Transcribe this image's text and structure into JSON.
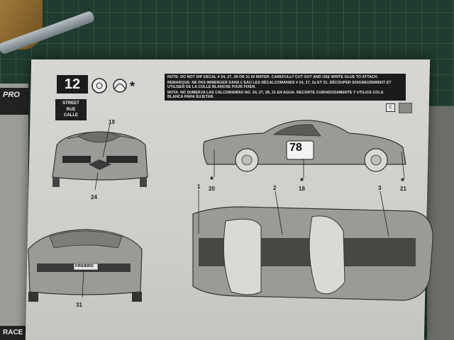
{
  "step": {
    "number": "12"
  },
  "notes": {
    "en": "NOTE: DO NOT DIP DECAL # 24, 27, 28 OR 31 IN WATER. CAREFULLY CUT OUT AND USE WHITE GLUE TO ATTACH.",
    "fr1": "REMARQUE: NE PAS IMMERGER DANS L'EAU LES DÉCALCOMANIES # 24, 27, 28 ET 31. DÉCOUPER SOIGNEUSEMENT ET",
    "fr2": "UTILISER DE LA COLLE BLANCHE POUR FIXER.",
    "es1": "NOTA: NO SUMERJA LAS CALCOMANÍAS NO. 24, 27, 28, 31 EN AGUA. RECORTE CUIDADOSAMENTE Y UTILICE COLA",
    "es2": "BLANCA PARA SUJETAR."
  },
  "label_box": {
    "line1": "STREET",
    "line2": "RUE",
    "line3": "CALLE"
  },
  "side_labels": {
    "left": "PRO",
    "bottom": "RACE"
  },
  "callouts": {
    "c19": "19",
    "c24": "24",
    "c31": "31",
    "c20": "20",
    "c18": "18",
    "c21": "21",
    "c1": "1",
    "c2": "2",
    "c3": "3"
  },
  "star_mark": "*",
  "car_number": "78",
  "plate_text": "FIREBIRD",
  "color_code": "C",
  "icons": [
    "decal-dip-icon",
    "scissors-icon",
    "glue-icon",
    "asterisk-icon"
  ]
}
